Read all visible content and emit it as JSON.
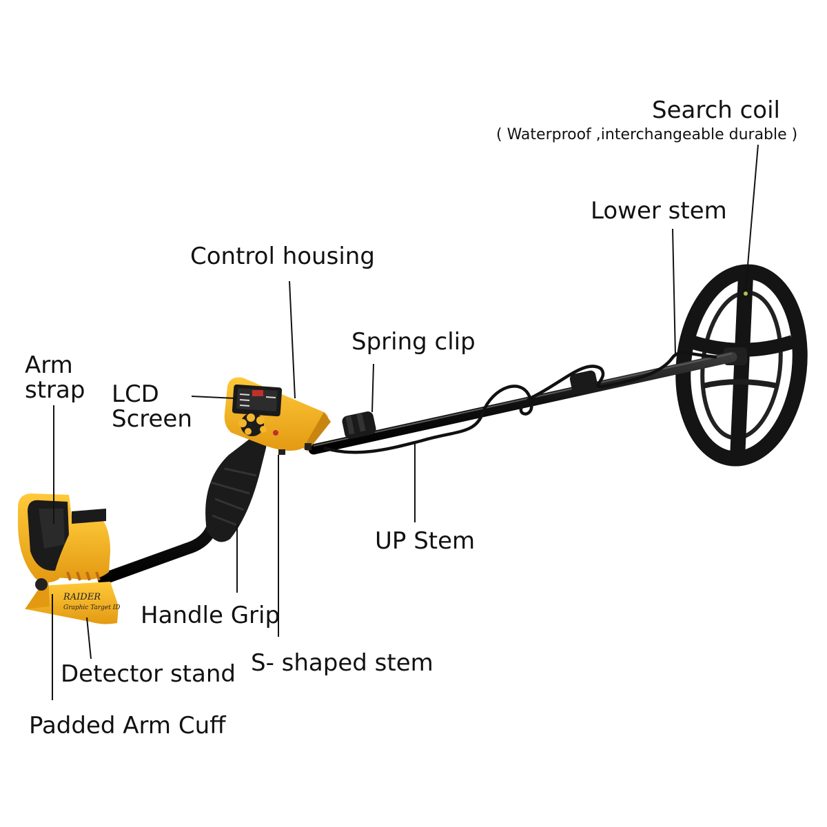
{
  "labels": {
    "search_coil": "Search coil",
    "search_coil_note": "( Waterproof ,interchangeable durable )",
    "lower_stem": "Lower stem",
    "control_housing": "Control housing",
    "spring_clip": "Spring clip",
    "arm_strap_1": "Arm",
    "arm_strap_2": "strap",
    "lcd_screen_1": "LCD",
    "lcd_screen_2": "Screen",
    "up_stem": "UP Stem",
    "handle_grip": "Handle Grip",
    "s_shaped_stem": "S- shaped stem",
    "detector_stand": "Detector stand",
    "padded_arm_cuff": "Padded Arm Cuff"
  },
  "product": {
    "brand": "RAIDER",
    "model": "Graphic Target ID"
  },
  "colors": {
    "body_yellow": "#f5b321",
    "shaft_black": "#151515",
    "line": "#111111"
  }
}
